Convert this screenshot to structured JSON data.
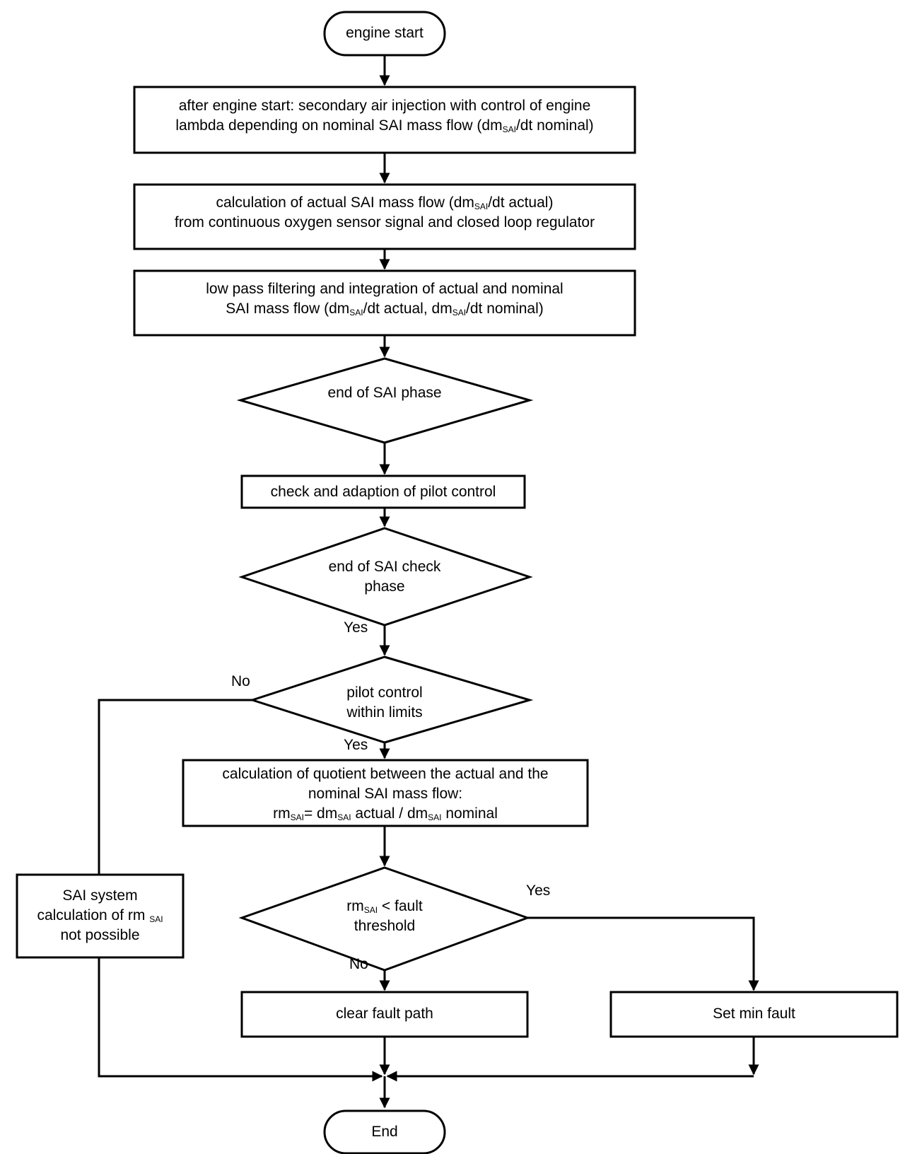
{
  "start": "engine start",
  "end": "End",
  "step_sai": {
    "line1": "after engine start: secondary air injection with control of engine",
    "line2_pre": "lambda depending on nominal SAI mass flow (dm",
    "line2_sub": "SAI",
    "line2_post": "/dt nominal)"
  },
  "step_calc_actual": {
    "line1_pre": "calculation of actual SAI mass flow (dm",
    "line1_sub": "SAI",
    "line1_post": "/dt actual)",
    "line2": "from continuous oxygen sensor  signal and closed loop regulator"
  },
  "step_filter": {
    "line1": "low pass filtering and integration of actual and nominal",
    "line2_pre": "SAI mass flow (dm",
    "line2_sub1": "SAI",
    "line2_mid": "/dt actual, dm",
    "line2_sub2": "SAI",
    "line2_post": "/dt nominal)"
  },
  "decision_end_sai": "end of SAI phase",
  "step_pilot": "check and adaption of pilot control",
  "decision_check_phase": {
    "line1": "end of SAI check",
    "line2": "phase"
  },
  "decision_pilot_limits": {
    "line1": "pilot control",
    "line2": "within limits"
  },
  "step_quotient": {
    "line1": "calculation of quotient between the actual and the",
    "line2": "nominal SAI mass flow:",
    "line3_a": "rm",
    "line3_sub1": "SAI",
    "line3_b": "= dm",
    "line3_sub2": "SAI",
    "line3_c": " actual / dm",
    "line3_sub3": "SAI",
    "line3_d": " nominal"
  },
  "decision_fault": {
    "line1_a": "rm",
    "line1_sub": "SAI",
    "line1_b": " < fault",
    "line2": "threshold"
  },
  "step_not_possible": {
    "line1": "SAI system",
    "line2_pre": "calculation of rm ",
    "line2_sub": "SAI",
    "line3": "not possible"
  },
  "step_clear": "clear fault path",
  "step_set_fault": "Set min fault",
  "labels": {
    "yes_check": "Yes",
    "no_pilot": "No",
    "yes_pilot": "Yes",
    "yes_fault": "Yes",
    "no_fault": "No"
  }
}
